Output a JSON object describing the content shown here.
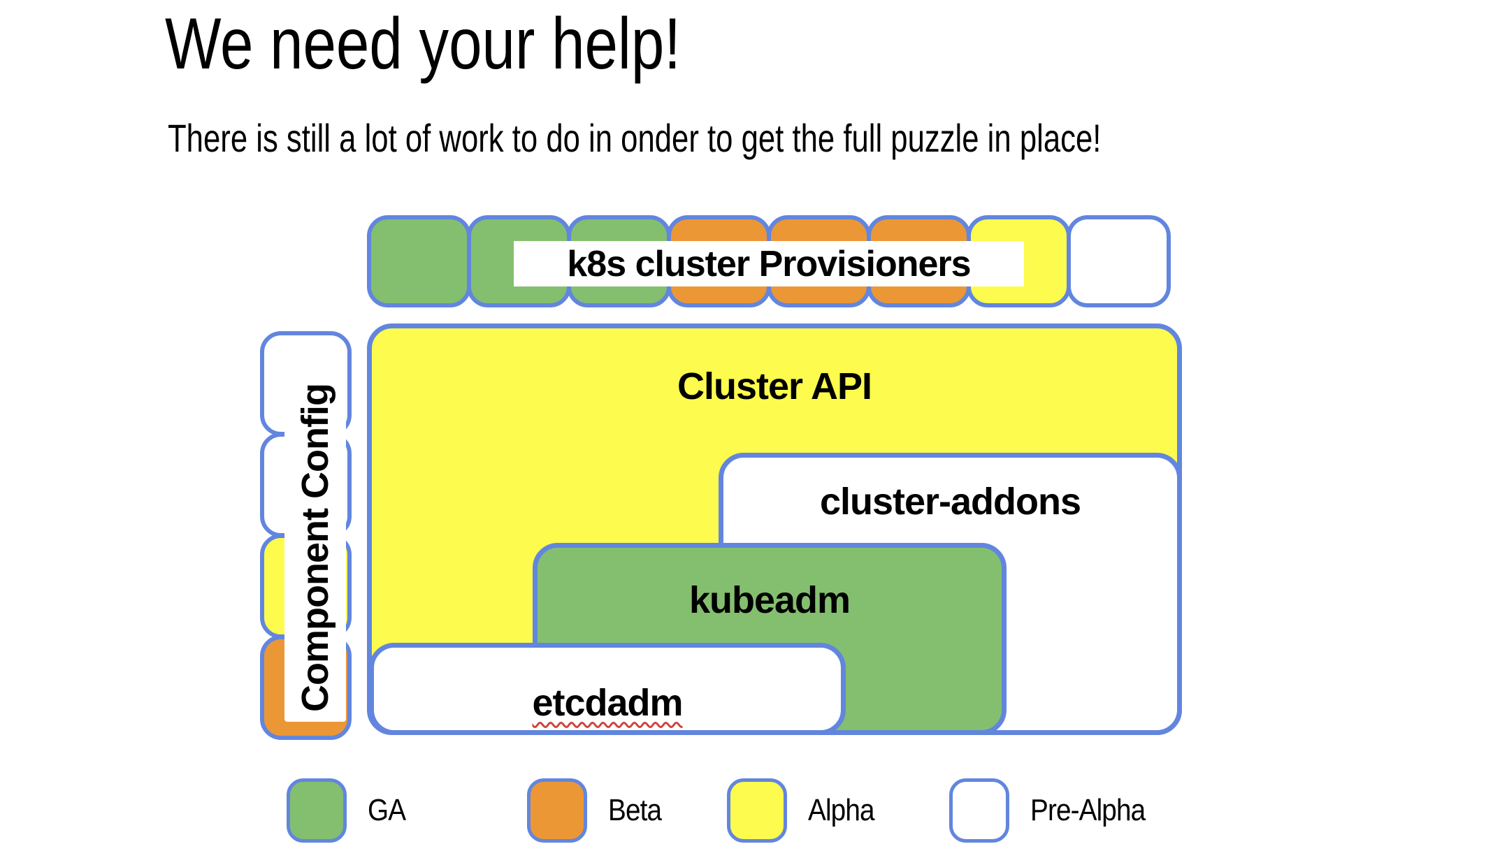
{
  "slide": {
    "title": "We need your help!",
    "subtitle": "There is still a lot of work to do in onder to get the full puzzle in place!"
  },
  "diagram": {
    "provisioners_label": "k8s cluster Provisioners",
    "provisioner_squares": [
      "ga",
      "ga",
      "ga",
      "beta",
      "beta",
      "beta",
      "alpha",
      "pre-alpha"
    ],
    "component_config": {
      "label": "Component Config",
      "squares": [
        "pre-alpha",
        "pre-alpha",
        "alpha",
        "beta"
      ]
    },
    "boxes": [
      {
        "label": "Cluster API",
        "status": "alpha"
      },
      {
        "label": "cluster-addons",
        "status": "pre-alpha"
      },
      {
        "label": "kubeadm",
        "status": "ga"
      },
      {
        "label": "etcdadm",
        "status": "pre-alpha",
        "spellcheck_underline": true
      }
    ]
  },
  "legend": [
    {
      "label": "GA",
      "status": "ga"
    },
    {
      "label": "Beta",
      "status": "beta"
    },
    {
      "label": "Alpha",
      "status": "alpha"
    },
    {
      "label": "Pre-Alpha",
      "status": "pre-alpha"
    }
  ],
  "colors": {
    "ga": "#84BF6F",
    "beta": "#EC9735",
    "alpha": "#FDFB4D",
    "pre_alpha": "#FFFFFF",
    "border": "#6286DE",
    "squiggle": "#D0453C"
  }
}
